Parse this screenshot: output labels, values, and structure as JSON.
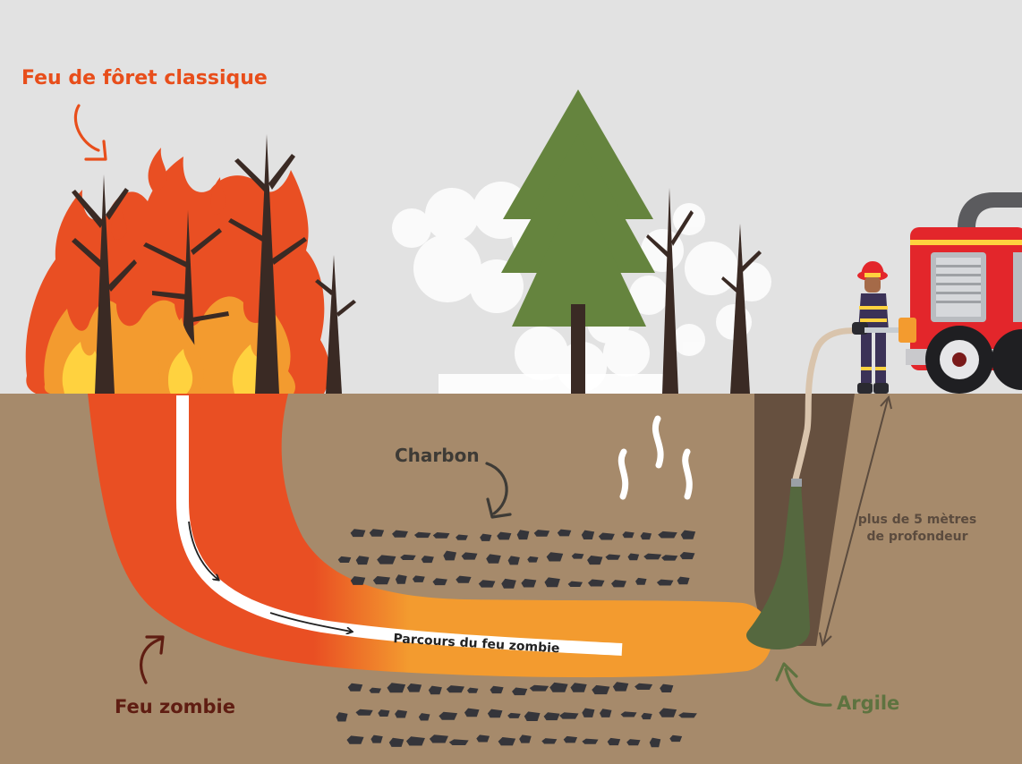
{
  "labels": {
    "classic_fire": "Feu de fôret classique",
    "charbon": "Charbon",
    "zombie_fire": "Feu zombie",
    "path": "Parcours du feu zombie",
    "depth": "plus de 5 mètres de profondeur",
    "argile": "Argile"
  },
  "colors": {
    "sky": "#e2e2e2",
    "soil": "#a68a6b",
    "pit": "#66503f",
    "fire_red": "#e94f23",
    "fire_orange": "#f39b2f",
    "fire_yellow": "#ffd23f",
    "tree_trunk": "#3a2a24",
    "pine_green": "#65843e",
    "clay": "#55683f",
    "coal": "#35353a",
    "truck_red": "#e3262b",
    "label_orange": "#e84e1b",
    "label_brown": "#5f1d12",
    "label_dark": "#3e3b36",
    "label_green": "#5e7340",
    "label_depth": "#5b4b3e"
  }
}
